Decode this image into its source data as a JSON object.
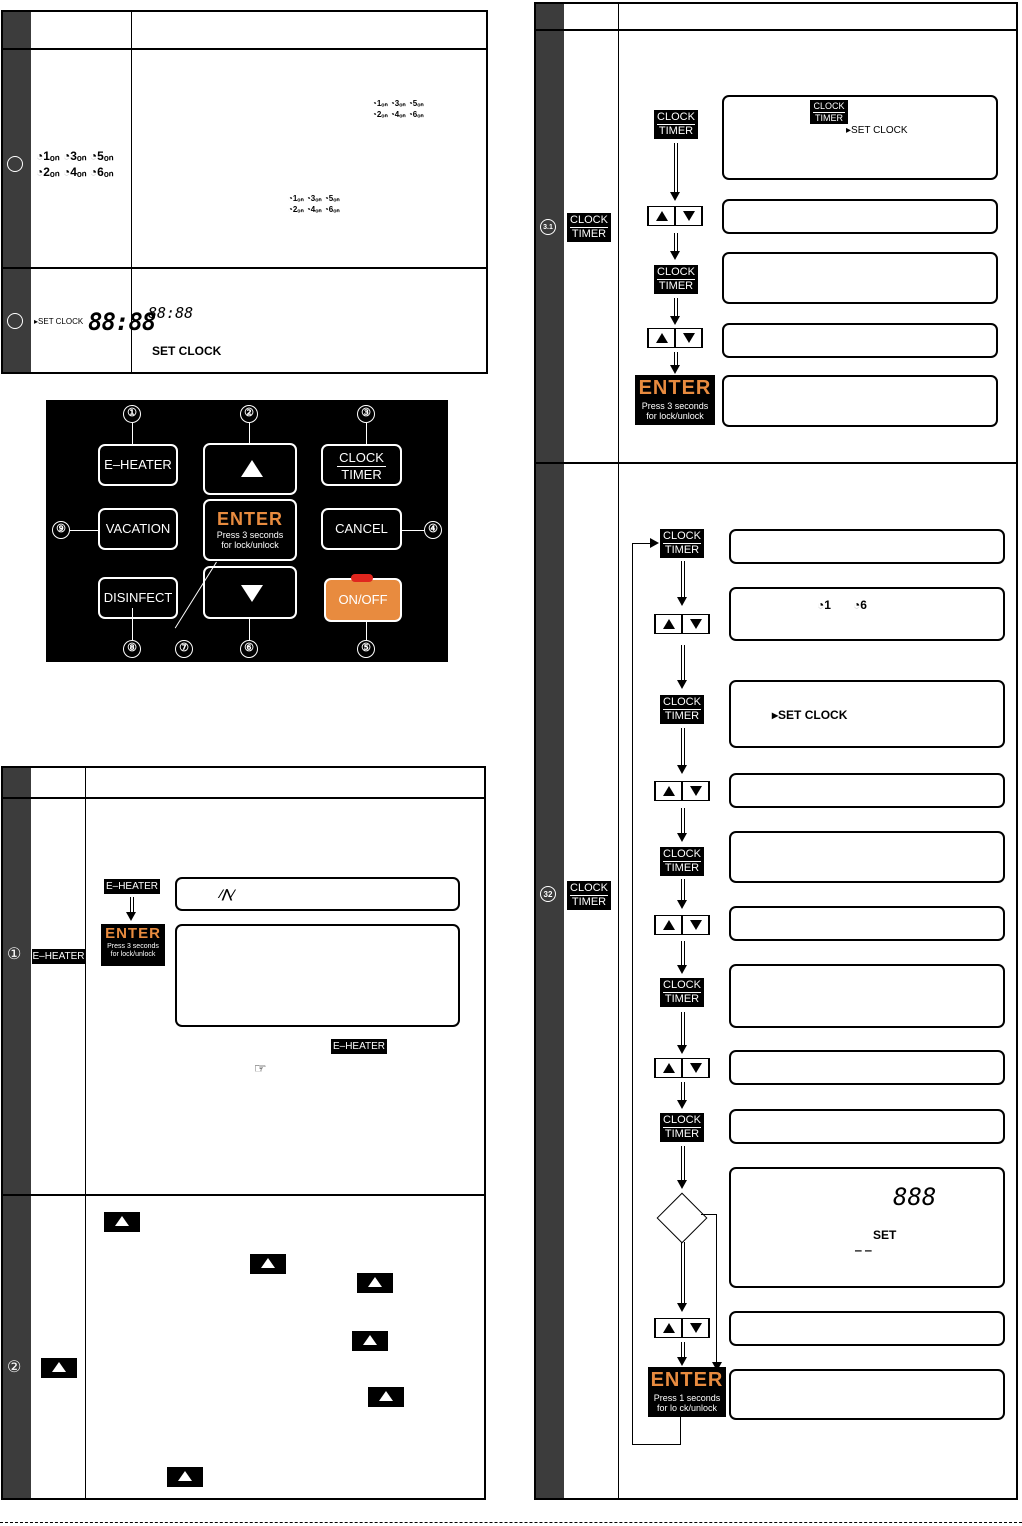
{
  "labels": {
    "clock_line1": "CLOCK",
    "clock_line2": "TIMER",
    "enter": "ENTER",
    "enter_press3_line1": "Press 3 seconds",
    "enter_press3_line2": "for lock/unlock",
    "enter_press1_line1": "Press 1 seconds",
    "enter_press1_line2": "for lo ck/unlock",
    "e_heater": "E–HEATER",
    "set_clock": "SET CLOCK",
    "set_clock_small": "▸SET CLOCK",
    "display_digits": "88:88",
    "display_888": "888",
    "display_set": "SET",
    "display_dashes": "‒ ‒",
    "timer_icons_row1": "◔1ₒₙ ◔3ₒₙ ◔5ₒₙ",
    "timer_icons_row2": "◔2ₒₙ ◔4ₒₙ ◔6ₒₙ",
    "timer_1": "◔1",
    "timer_6": "◔6"
  },
  "panel": {
    "e_heater": "E–HEATER",
    "vacation": "VACATION",
    "disinfect": "DISINFECT",
    "clock": "CLOCK",
    "timer": "TIMER",
    "cancel": "CANCEL",
    "on_off": "ON/OFF",
    "enter": "ENTER",
    "enter_sub1": "Press 3 seconds",
    "enter_sub2": "for lock/unlock",
    "numbers": [
      "①",
      "②",
      "③",
      "④",
      "⑤",
      "⑥",
      "⑦",
      "⑧",
      "⑨"
    ]
  },
  "rows": {
    "r31": "3.1",
    "r32": "32",
    "n1": "①",
    "n2": "②"
  }
}
